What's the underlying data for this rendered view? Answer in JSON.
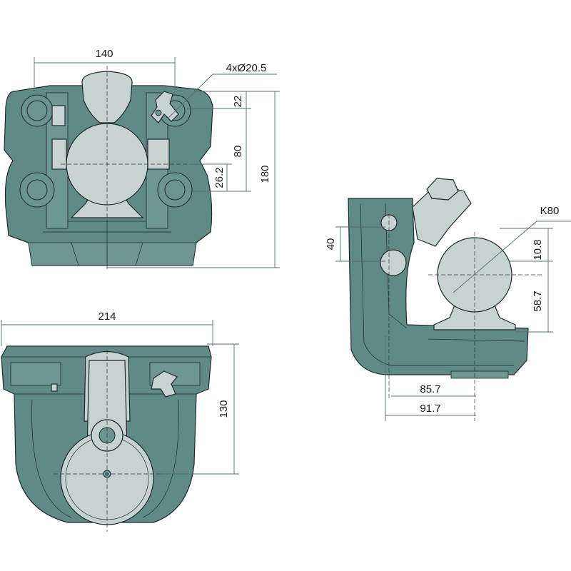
{
  "drawing": {
    "front_view": {
      "dim_width": "140",
      "dim_holes": "4xØ20.5",
      "dim_top": "22",
      "dim_hole_spacing": "80",
      "dim_ball_offset": "26.2",
      "dim_height": "180"
    },
    "bottom_view": {
      "dim_width": "214",
      "dim_depth": "130"
    },
    "side_view": {
      "dim_ball": "K80",
      "dim_hole_pitch": "40",
      "dim_ball_center": "10.8",
      "dim_ball_height": "58.7",
      "dim_offset_a": "85.7",
      "dim_offset_b": "91.7"
    }
  },
  "colors": {
    "body": "#5f8a86",
    "ball": "#c6d3d0",
    "dimension": "#55706c"
  }
}
